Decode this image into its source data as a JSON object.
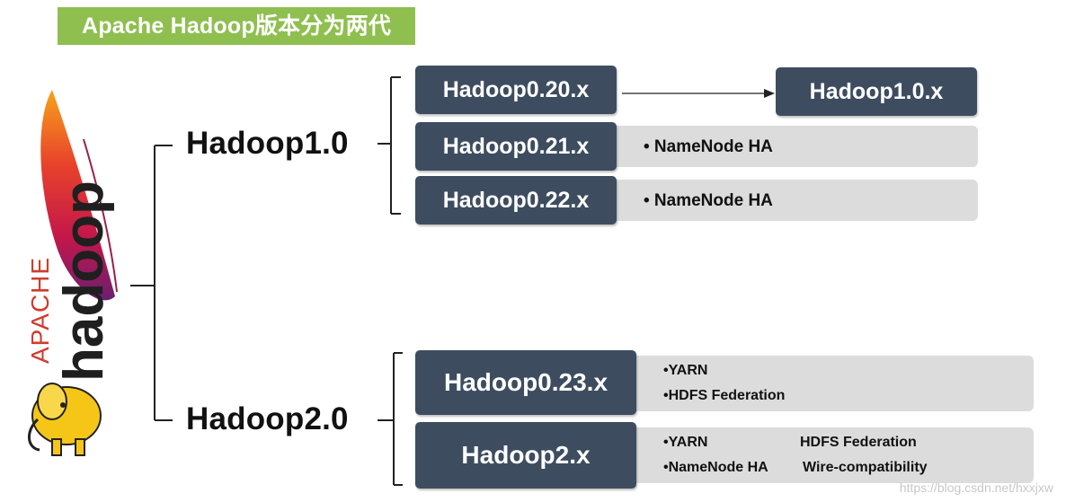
{
  "title": "Apache Hadoop版本分为两代",
  "logo": {
    "brand_top": "APACHE",
    "brand_main": "hadoop"
  },
  "generations": [
    {
      "label": "Hadoop1.0",
      "versions": [
        {
          "name": "Hadoop0.20.x",
          "features": [],
          "arrow_to": "Hadoop1.0.x"
        },
        {
          "name": "Hadoop0.21.x",
          "features": [
            "• NameNode HA"
          ]
        },
        {
          "name": "Hadoop0.22.x",
          "features": [
            "• NameNode HA"
          ]
        }
      ]
    },
    {
      "label": "Hadoop2.0",
      "versions": [
        {
          "name": "Hadoop0.23.x",
          "features": [
            "•YARN",
            "•HDFS Federation"
          ]
        },
        {
          "name": "Hadoop2.x",
          "features": [
            "•YARN",
            "HDFS Federation",
            "•NameNode HA",
            "Wire-compatibility"
          ]
        }
      ]
    }
  ],
  "watermark": "https://blog.csdn.net/hxxjxw",
  "colors": {
    "title_bg": "#8fbf4f",
    "version_box": "#3d4d5f",
    "feature_bar": "#dcdcdc"
  }
}
